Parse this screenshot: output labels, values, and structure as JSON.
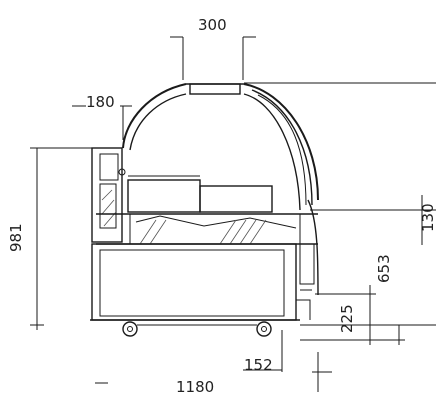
{
  "drawing": {
    "line_color": "#1a1a1a",
    "text_color": "#222222",
    "dimensions": {
      "top_width": "300",
      "side_depth": "180",
      "total_height": "981",
      "right_height_upper": "130",
      "counter_height": "653",
      "base_offset": "225",
      "foot_offset": "152",
      "total_depth": "1180"
    }
  }
}
